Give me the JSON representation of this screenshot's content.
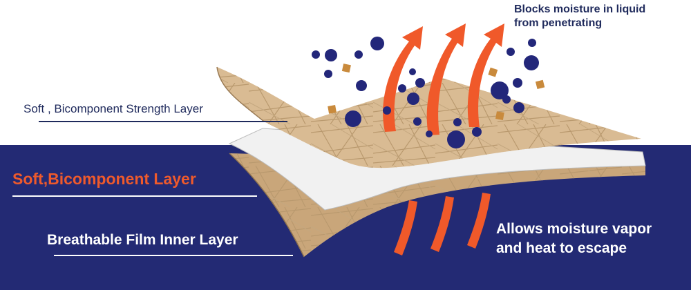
{
  "layer_labels": {
    "strength": "Soft , Bicomponent Strength Layer",
    "middle": "Soft,Bicomponent Layer",
    "film": "Breathable Film Inner Layer"
  },
  "notes": {
    "top_line1": "Blocks moisture in liquid",
    "top_line2": "from penetrating",
    "bottom_line1": "Allows moisture vapor",
    "bottom_line2": "and heat to escape"
  },
  "colors": {
    "band": "#232a74",
    "tan": "#d9bb93",
    "fiber": "#b9996e",
    "film": "#f1f1f1",
    "arrow": "#f0592a",
    "droplet": "#23277a",
    "particle": "#c98a3c",
    "label_dark": "#1f2a5c",
    "label_accent": "#ef5a2c",
    "label_light": "#ffffff"
  }
}
